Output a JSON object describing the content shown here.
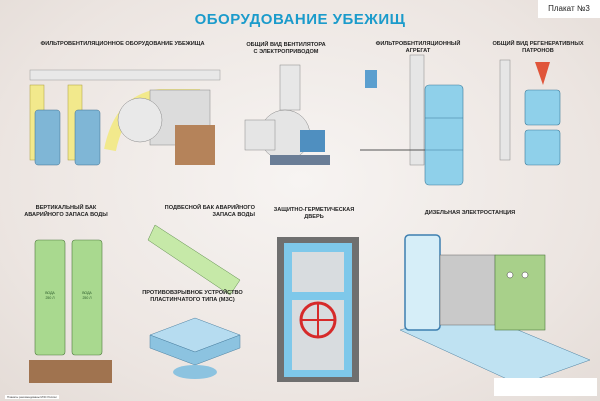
{
  "poster": {
    "title": "ОБОРУДОВАНИЕ УБЕЖИЩ",
    "number": "Плакат №3",
    "footer_left": "Плакаты рекомендованы МЧС России"
  },
  "sections": {
    "filter_ventilation": "ФИЛЬТРОВЕНТИЛЯЦИОННОЕ ОБОРУДОВАНИЕ УБЕЖИЩА",
    "fan": "ОБЩИЙ ВИД ВЕНТИЛЯТОРА\nС ЭЛЕКТРОПРИВОДОМ",
    "filter_unit": "ФИЛЬТРОВЕНТИЛЯЦИОННЫЙ\nАГРЕГАТ",
    "cartridges": "ОБЩИЙ ВИД РЕГЕНЕРАТИВНЫХ\nПАТРОНОВ",
    "vertical_tank": "ВЕРТИКАЛЬНЫЙ БАК\nАВАРИЙНОГО ЗАПАСА ВОДЫ",
    "hanging_tank": "ПОДВЕСНОЙ БАК АВАРИЙНОГО\nЗАПАСА ВОДЫ",
    "door": "ЗАЩИТНО-ГЕРМЕТИЧЕСКАЯ\nДВЕРЬ",
    "blast_device": "ПРОТИВОВЗРЫВНОЕ УСТРОЙСТВО\nПЛАСТИНЧАТОГО ТИПА (МЗС)",
    "diesel": "ДИЗЕЛЬНАЯ ЭЛЕКТРОСТАНЦИЯ"
  },
  "tank_labels": [
    "ВОДА\n250 Л",
    "ВОДА\n250 Л"
  ],
  "colors": {
    "title": "#1b9bcb",
    "equipment_blue": "#8fd0ea",
    "tank_green": "#a9d98f",
    "valve_red": "#d62a2a"
  }
}
